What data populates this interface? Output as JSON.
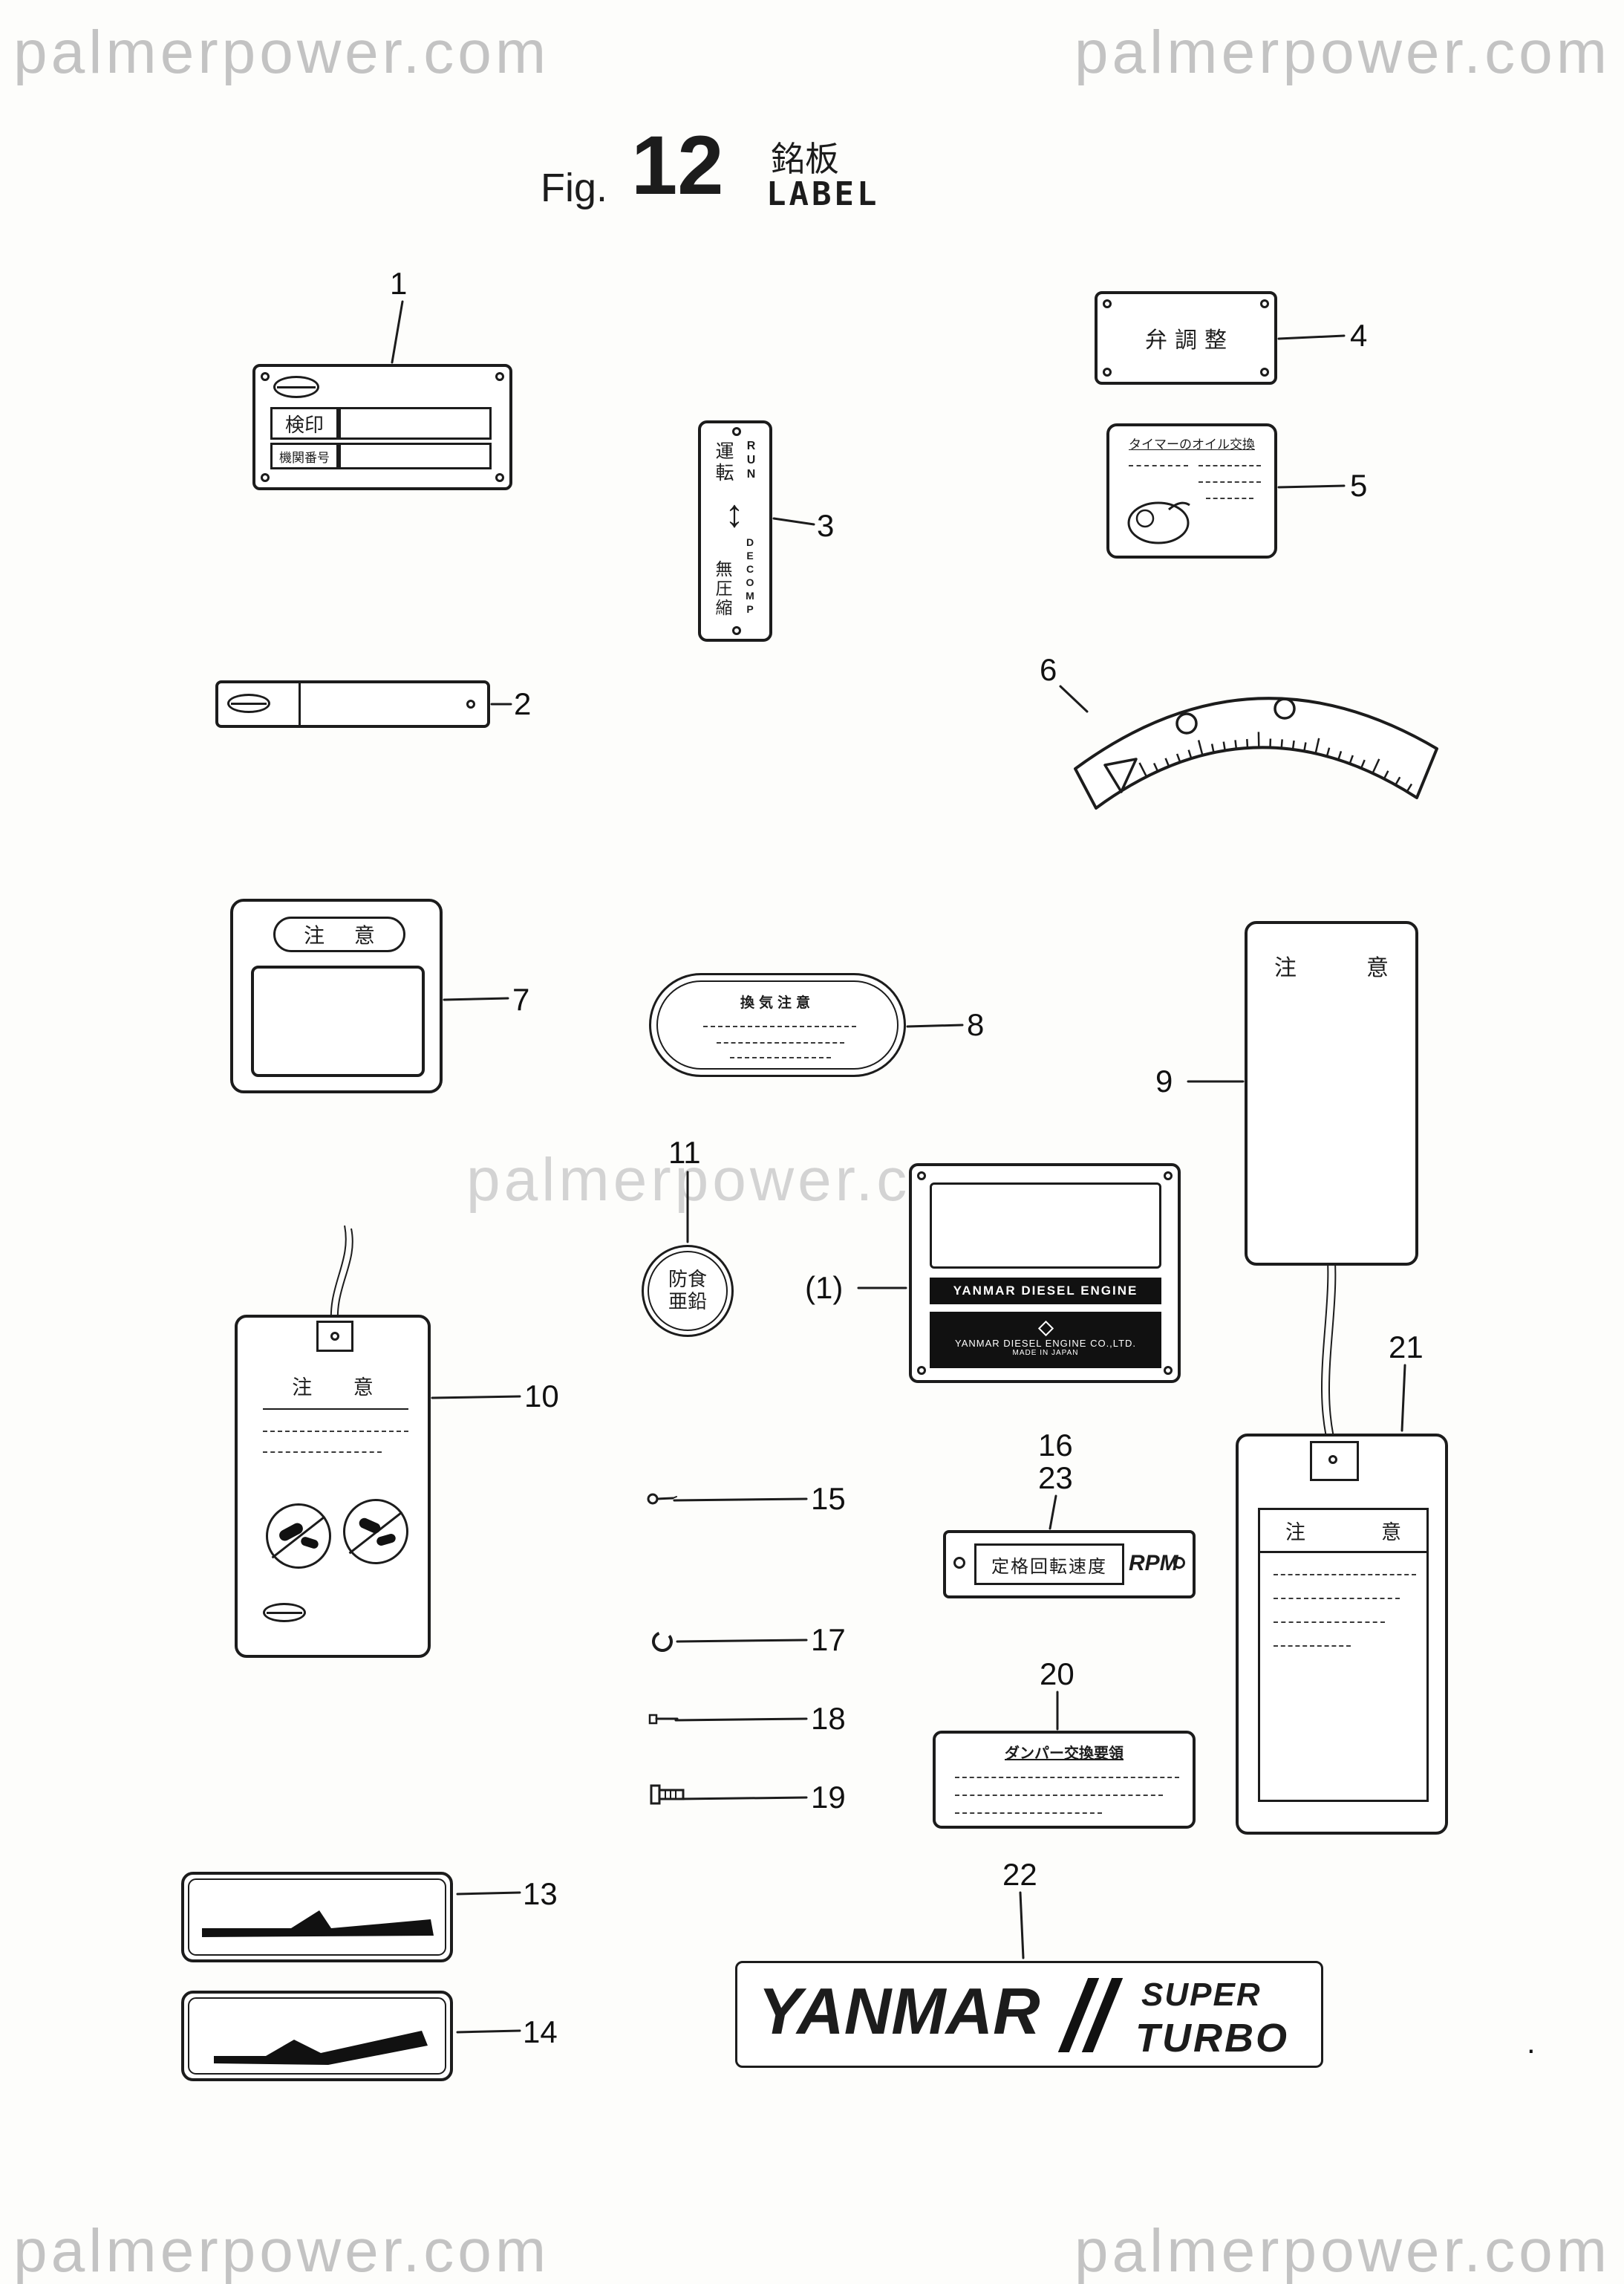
{
  "watermark": {
    "text": "palmerpower.com"
  },
  "header": {
    "fig_prefix": "Fig.",
    "fig_number": "12",
    "title_jp": "銘板",
    "title_en": "LABEL"
  },
  "callouts": {
    "c1": "1",
    "c2": "2",
    "c3": "3",
    "c4": "4",
    "c5": "5",
    "c6": "6",
    "c7": "7",
    "c8": "8",
    "c9": "9",
    "c10": "10",
    "c11": "11",
    "c1_paren": "(1)",
    "c13": "13",
    "c14": "14",
    "c15": "15",
    "c16": "16",
    "c17": "17",
    "c18": "18",
    "c19": "19",
    "c20": "20",
    "c21": "21",
    "c22": "22",
    "c23": "23"
  },
  "plate1": {
    "field1_label": "検印",
    "field2_label": "機関番号"
  },
  "decomp_label": {
    "jp_run": "運転",
    "en_run": "RUN",
    "arrow": "↕",
    "en_decomp": "DECOMP",
    "jp_decomp": "無圧縮"
  },
  "valve_plate": {
    "text": "弁調整"
  },
  "timer_label": {
    "title": "タイマーのオイル交換"
  },
  "caution7": {
    "title": "注 意"
  },
  "vent_label": {
    "title": "換気注意"
  },
  "caution9": {
    "left": "注",
    "right": "意"
  },
  "tag10": {
    "title": "注 意"
  },
  "zinc": {
    "line1": "防食",
    "line2": "亜鉛"
  },
  "nameplate": {
    "band1": "YANMAR DIESEL ENGINE",
    "company": "YANMAR DIESEL ENGINE CO.,LTD.",
    "origin": "MADE IN JAPAN"
  },
  "rpm_plate": {
    "jp": "定格回転速度",
    "rpm": "RPM"
  },
  "damper_label": {
    "title": "ダンパー交換要領"
  },
  "tag21": {
    "left": "注",
    "right": "意"
  },
  "logo22": {
    "brand": "YANMAR",
    "super": "SUPER",
    "turbo": "TURBO"
  },
  "misc": {
    "dot": "."
  }
}
